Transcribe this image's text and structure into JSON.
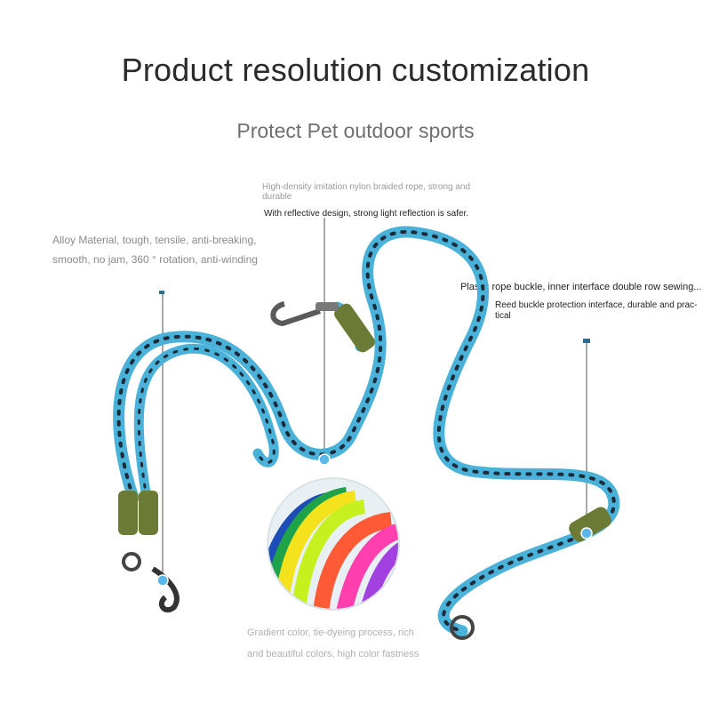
{
  "header": {
    "title": "Product resolution customization",
    "subtitle": "Protect Pet outdoor sports"
  },
  "annotations": {
    "rope": {
      "line1": "High-density imitation nylon braided rope, strong and",
      "line2": "durable",
      "line3": "With reflective design, strong light reflection is safer."
    },
    "hook": {
      "line1": "Alloy Material, tough, tensile, anti-breaking,",
      "line2": "smooth, no jam, 360 ° rotation, anti-winding"
    },
    "buckle": {
      "line1": "Plastic rope buckle, inner interface double row sewing...",
      "line2": "Reed buckle protection interface, durable and prac-",
      "line3": "tical"
    },
    "color": {
      "line1": "Gradient color, tie-dyeing process, rich",
      "line2": "and beautiful colors, high color fastness"
    }
  },
  "colors": {
    "rope": "#4ab2d9",
    "rope_pattern": "#1d2a3a",
    "buckle": "#6b7a35",
    "metal": "#5a5a5a",
    "marker": "#5bb8e6"
  }
}
